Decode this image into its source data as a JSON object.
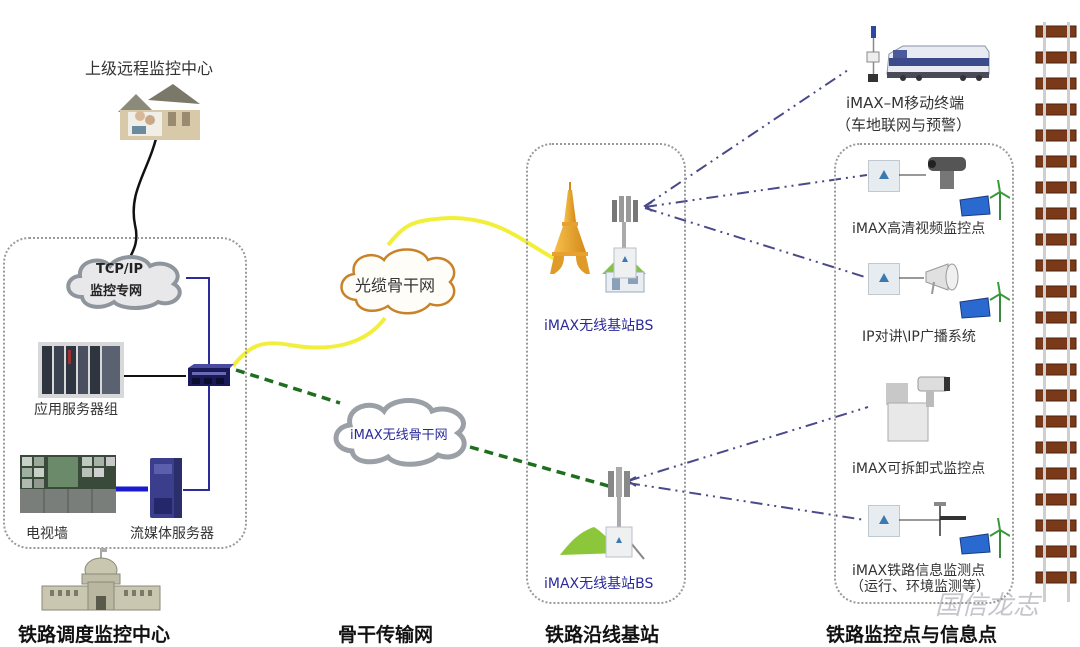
{
  "diagram": {
    "top": {
      "remote_center_label": "上级远程监控中心"
    },
    "dispatch_center": {
      "section_title": "铁路调度监控中心",
      "tcpip_cloud_line1": "TCP/IP",
      "tcpip_cloud_line2": "监控专网",
      "app_servers_label": "应用服务器组",
      "video_wall_label": "电视墙",
      "stream_server_label": "流媒体服务器"
    },
    "backbone": {
      "section_title": "骨干传输网",
      "fiber_cloud_label": "光缆骨干网",
      "wireless_cloud_label": "iMAX无线骨干网"
    },
    "base_stations": {
      "section_title": "铁路沿线基站",
      "bs_upper_label": "iMAX无线基站BS",
      "bs_lower_label": "iMAX无线基站BS"
    },
    "monitor_points": {
      "section_title": "铁路监控点与信息点",
      "mobile_terminal_line1": "iMAX–M移动终端",
      "mobile_terminal_line2": "（车地联网与预警）",
      "hd_video_label": "iMAX高清视频监控点",
      "ip_broadcast_label": "IP对讲\\IP广播系统",
      "detachable_label": "iMAX可拆卸式监控点",
      "info_point_line1": "iMAX铁路信息监测点",
      "info_point_line2": "（运行、环境监测等）"
    },
    "watermark": "国信龙志",
    "colors": {
      "fiber_link": "#f2ef3c",
      "wireless_backbone_link": "#1f6e1f",
      "lan_link": "#2b2b9a",
      "radio_link": "#4a4a8a",
      "label_blue": "#2a2a9a"
    }
  }
}
